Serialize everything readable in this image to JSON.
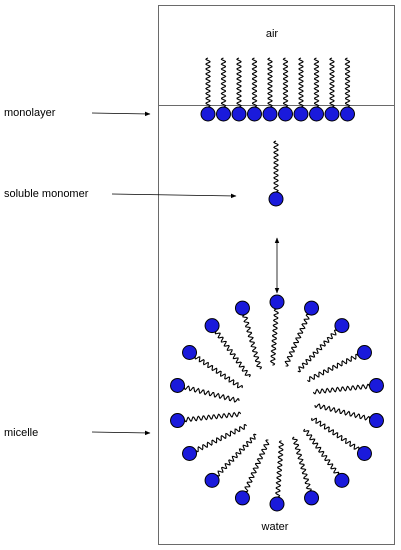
{
  "labels": {
    "air": "air",
    "water": "water",
    "monolayer": "monolayer",
    "soluble_monomer": "soluble monomer",
    "micelle": "micelle"
  },
  "colors": {
    "head": "#1a1adb",
    "outline": "#000000",
    "container": "#6a6a6a"
  },
  "monolayer": {
    "molecule_count": 10
  },
  "micelle": {
    "molecule_count": 18
  }
}
